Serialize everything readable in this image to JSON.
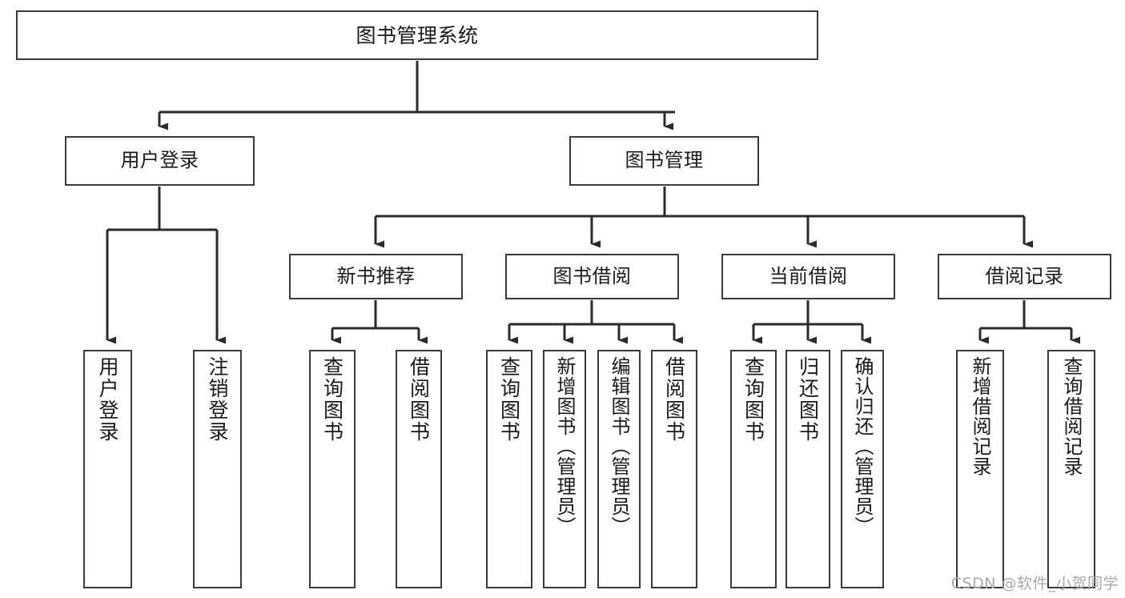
{
  "diagram": {
    "title": "图书管理系统",
    "type": "tree",
    "orientation": "top-down",
    "colors": {
      "box_border": "#3b3b3b",
      "box_fill": "#ffffff",
      "connector": "#2b2b2b",
      "text": "#1a1a1a",
      "background": "#ffffff",
      "watermark": "#a8a8a8"
    },
    "nodes": {
      "root": {
        "label": "图书管理系统",
        "level": 1
      },
      "level2": [
        {
          "id": "user-login",
          "label": "用户登录"
        },
        {
          "id": "book-management",
          "label": "图书管理"
        }
      ],
      "level3": [
        {
          "id": "new-book-recommend",
          "label": "新书推荐",
          "parent": "book-management"
        },
        {
          "id": "book-borrow",
          "label": "图书借阅",
          "parent": "book-management"
        },
        {
          "id": "current-borrow",
          "label": "当前借阅",
          "parent": "book-management"
        },
        {
          "id": "borrow-record",
          "label": "借阅记录",
          "parent": "book-management"
        }
      ],
      "leaves": [
        {
          "id": "leaf-user-login",
          "label": "用户登录",
          "parent": "user-login"
        },
        {
          "id": "leaf-logout-login",
          "label": "注销登录",
          "parent": "user-login"
        },
        {
          "id": "leaf-query-book-1",
          "label": "查询图书",
          "parent": "new-book-recommend"
        },
        {
          "id": "leaf-borrow-book-1",
          "label": "借阅图书",
          "parent": "new-book-recommend"
        },
        {
          "id": "leaf-query-book-2",
          "label": "查询图书",
          "parent": "book-borrow"
        },
        {
          "id": "leaf-add-book",
          "label": "新增图书（管理员）",
          "parent": "book-borrow"
        },
        {
          "id": "leaf-edit-book",
          "label": "编辑图书（管理员）",
          "parent": "book-borrow"
        },
        {
          "id": "leaf-borrow-book-2",
          "label": "借阅图书",
          "parent": "book-borrow"
        },
        {
          "id": "leaf-query-book-3",
          "label": "查询图书",
          "parent": "current-borrow"
        },
        {
          "id": "leaf-return-book",
          "label": "归还图书",
          "parent": "current-borrow"
        },
        {
          "id": "leaf-confirm-return",
          "label": "确认归还（管理员）",
          "parent": "current-borrow"
        },
        {
          "id": "leaf-add-record",
          "label": "新增借阅记录",
          "parent": "borrow-record"
        },
        {
          "id": "leaf-query-record",
          "label": "查询借阅记录",
          "parent": "borrow-record"
        }
      ]
    }
  },
  "watermark": {
    "text": "CSDN @软件_小贺同学"
  }
}
